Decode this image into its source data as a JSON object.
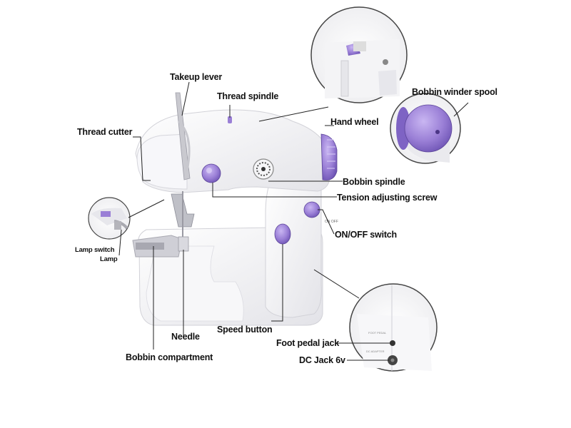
{
  "labels": {
    "takeup_lever": "Takeup lever",
    "thread_spindle": "Thread spindle",
    "thread_cutter": "Thread cutter",
    "hand_wheel": "Hand wheel",
    "bobbin_winder_spool": "Bobbin winder spool",
    "bobbin_spindle": "Bobbin spindle",
    "tension_adjusting_screw": "Tension adjusting screw",
    "on_off_switch": "ON/OFF switch",
    "lamp_switch": "Lamp switch",
    "lamp": "Lamp",
    "needle": "Needle",
    "speed_button": "Speed button",
    "foot_pedal_jack": "Foot pedal jack",
    "dc_jack": "DC Jack 6v",
    "bobbin_compartment": "Bobbin compartment"
  },
  "colors": {
    "body": "#f2f2f4",
    "shadow": "#d9d9de",
    "accent": "#9a7fd6",
    "accent_dark": "#6f55b5",
    "line": "#222222"
  }
}
